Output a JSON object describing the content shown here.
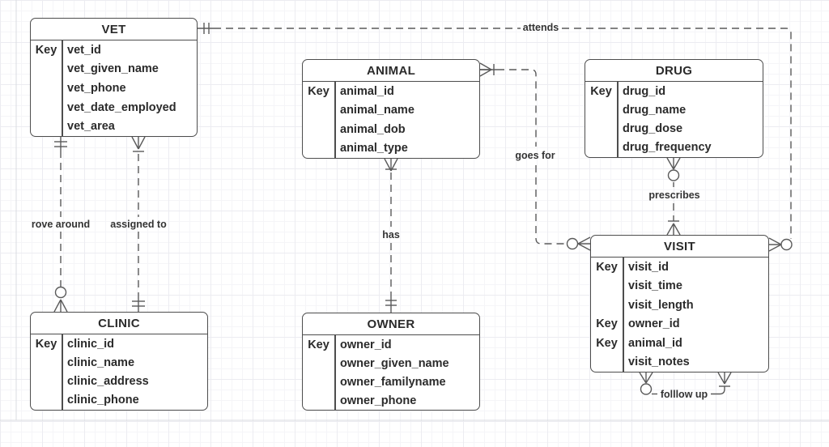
{
  "entities": {
    "vet": {
      "title": "VET",
      "rows": [
        {
          "key": "Key",
          "attr": "vet_id"
        },
        {
          "key": "",
          "attr": "vet_given_name"
        },
        {
          "key": "",
          "attr": "vet_phone"
        },
        {
          "key": "",
          "attr": "vet_date_employed"
        },
        {
          "key": "",
          "attr": "vet_area"
        }
      ]
    },
    "animal": {
      "title": "ANIMAL",
      "rows": [
        {
          "key": "Key",
          "attr": "animal_id"
        },
        {
          "key": "",
          "attr": "animal_name"
        },
        {
          "key": "",
          "attr": "animal_dob"
        },
        {
          "key": "",
          "attr": "animal_type"
        }
      ]
    },
    "drug": {
      "title": "DRUG",
      "rows": [
        {
          "key": "Key",
          "attr": "drug_id"
        },
        {
          "key": "",
          "attr": "drug_name"
        },
        {
          "key": "",
          "attr": "drug_dose"
        },
        {
          "key": "",
          "attr": "drug_frequency"
        }
      ]
    },
    "clinic": {
      "title": "CLINIC",
      "rows": [
        {
          "key": "Key",
          "attr": "clinic_id"
        },
        {
          "key": "",
          "attr": "clinic_name"
        },
        {
          "key": "",
          "attr": "clinic_address"
        },
        {
          "key": "",
          "attr": "clinic_phone"
        }
      ]
    },
    "owner": {
      "title": "OWNER",
      "rows": [
        {
          "key": "Key",
          "attr": "owner_id"
        },
        {
          "key": "",
          "attr": "owner_given_name"
        },
        {
          "key": "",
          "attr": "owner_familyname"
        },
        {
          "key": "",
          "attr": "owner_phone"
        }
      ]
    },
    "visit": {
      "title": "VISIT",
      "rows": [
        {
          "key": "Key",
          "attr": "visit_id"
        },
        {
          "key": "",
          "attr": "visit_time"
        },
        {
          "key": "",
          "attr": "visit_length"
        },
        {
          "key": "Key",
          "attr": "owner_id"
        },
        {
          "key": "Key",
          "attr": "animal_id"
        },
        {
          "key": "",
          "attr": "visit_notes"
        }
      ]
    }
  },
  "relationships": {
    "attends": {
      "label": "attends",
      "from": "VET",
      "to": "VISIT",
      "from_cardinality": "exactly-one",
      "to_cardinality": "zero-or-many"
    },
    "rove_around": {
      "label": "rove around",
      "from": "VET",
      "to": "CLINIC",
      "from_cardinality": "exactly-one",
      "to_cardinality": "zero-or-many"
    },
    "assigned_to": {
      "label": "assigned to",
      "from": "VET",
      "to": "CLINIC",
      "from_cardinality": "one-or-many",
      "to_cardinality": "exactly-one"
    },
    "has": {
      "label": "has",
      "from": "ANIMAL",
      "to": "OWNER",
      "from_cardinality": "one-or-many",
      "to_cardinality": "exactly-one"
    },
    "goes_for": {
      "label": "goes for",
      "from": "ANIMAL",
      "to": "VISIT",
      "from_cardinality": "one-or-many",
      "to_cardinality": "zero-or-many"
    },
    "prescribes": {
      "label": "prescribes",
      "from": "DRUG",
      "to": "VISIT",
      "from_cardinality": "zero-or-many",
      "to_cardinality": "one-or-many"
    },
    "follow_up": {
      "label": "folllow up",
      "from": "VISIT",
      "to": "VISIT",
      "from_cardinality": "zero-or-many",
      "to_cardinality": "one-or-many"
    }
  },
  "colors": {
    "background": "#ffffff",
    "entity_border": "#4d4d4d",
    "connector": "#5a5a5a",
    "text": "#2b2b2b",
    "grid_minor": "#f5f5f8",
    "grid_major": "#ececf1",
    "page_boundary": "#d9dbe0"
  }
}
